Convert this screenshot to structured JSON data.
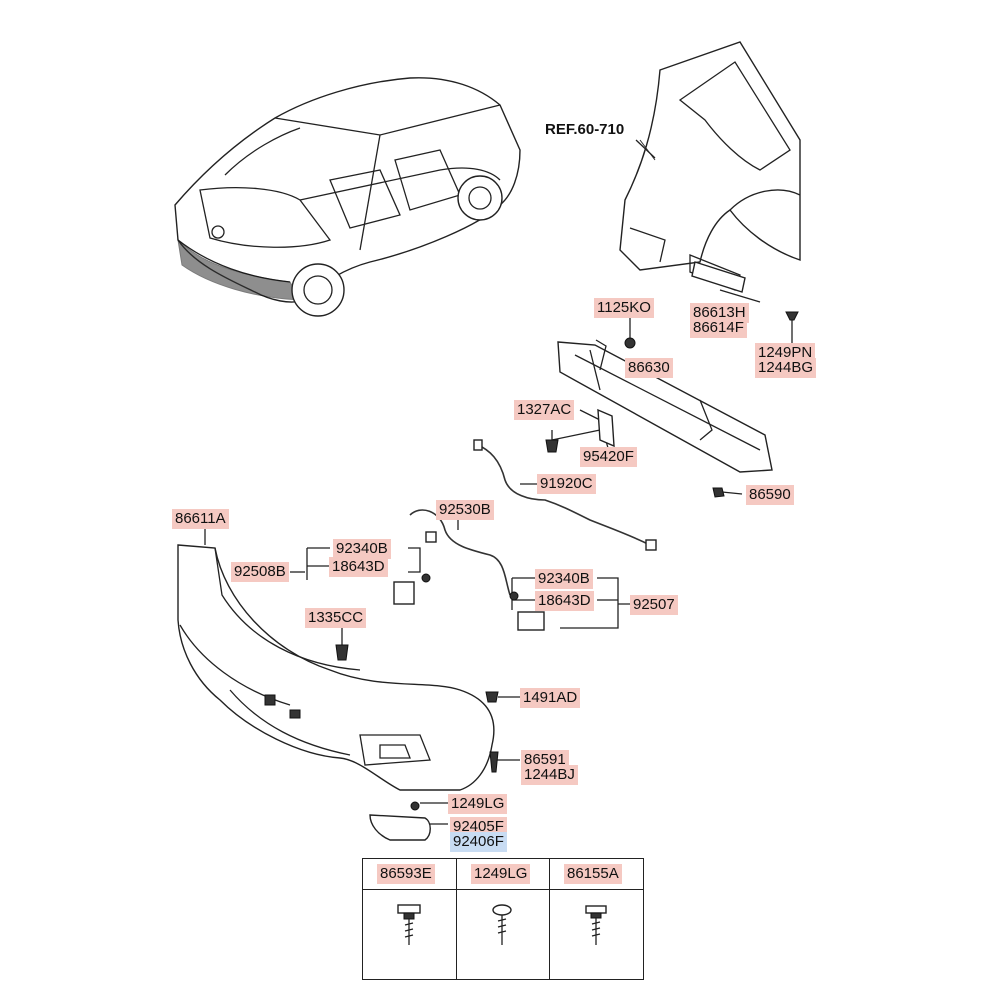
{
  "ref_label": "REF.60-710",
  "labels": {
    "p_1125KO": "1125KO",
    "p_86613H": "86613H",
    "p_86614F": "86614F",
    "p_1249PN": "1249PN",
    "p_1244BG": "1244BG",
    "p_86630": "86630",
    "p_1327AC": "1327AC",
    "p_95420F": "95420F",
    "p_91920C": "91920C",
    "p_86590": "86590",
    "p_86611A": "86611A",
    "p_92530B": "92530B",
    "p_92340B_l": "92340B",
    "p_18643D_l": "18643D",
    "p_92508B": "92508B",
    "p_92340B_r": "92340B",
    "p_18643D_r": "18643D",
    "p_92507": "92507",
    "p_1335CC": "1335CC",
    "p_1491AD": "1491AD",
    "p_86591": "86591",
    "p_1244BJ": "1244BJ",
    "p_1249LG": "1249LG",
    "p_92405F": "92405F",
    "p_92406F": "92406F"
  },
  "legend": [
    "86593E",
    "1249LG",
    "86155A"
  ],
  "colors": {
    "label_bg": "#f5c9c2",
    "label_highlight_bg": "#c8dcf3"
  }
}
